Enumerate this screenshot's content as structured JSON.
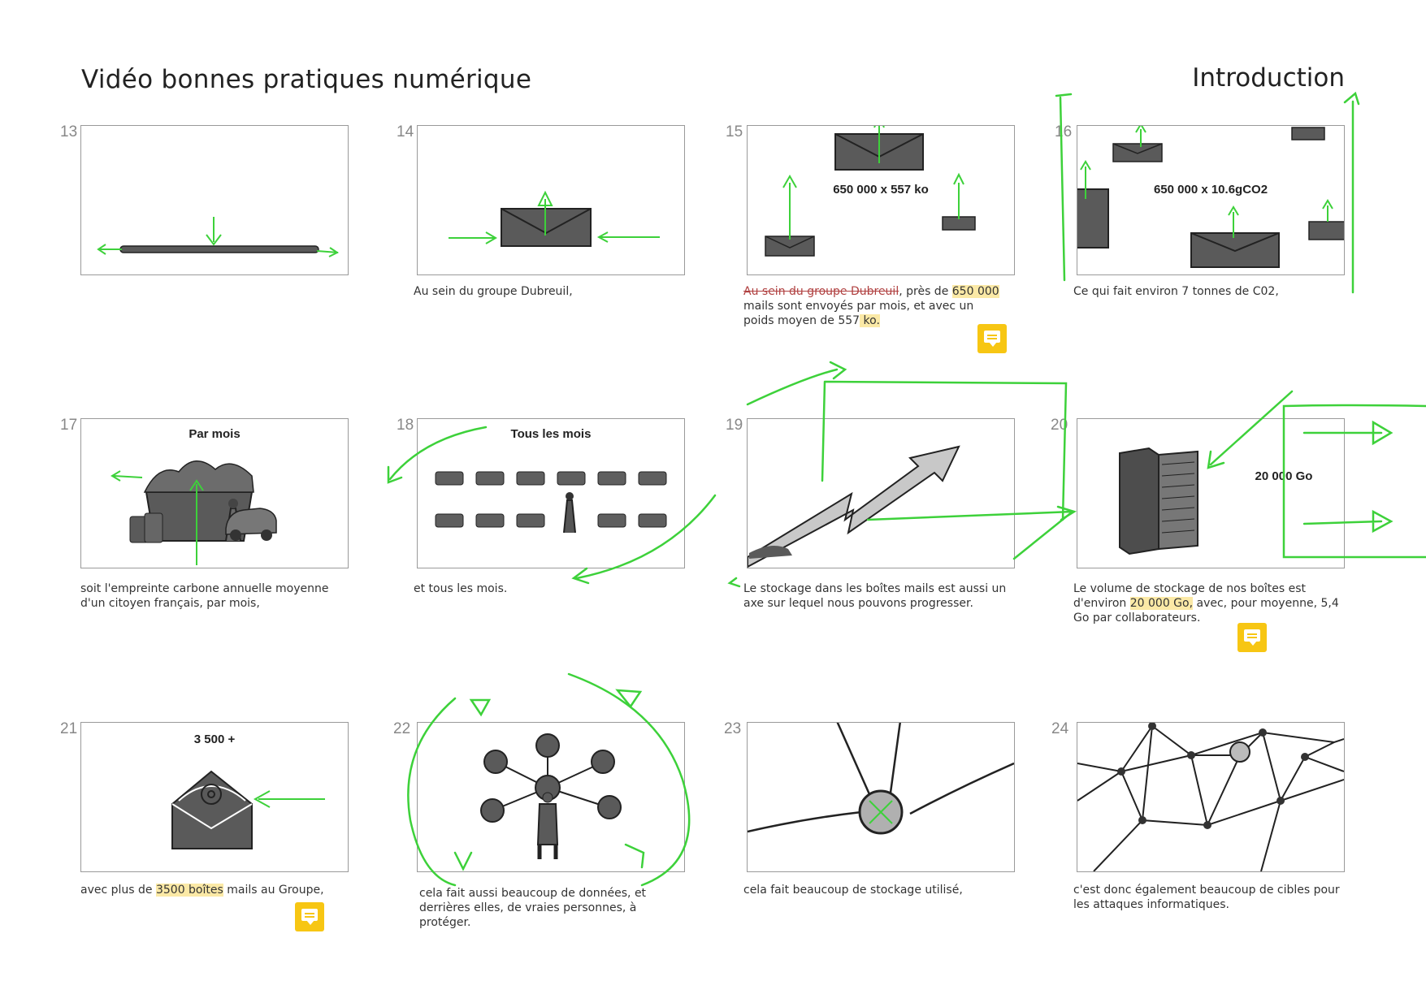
{
  "header": {
    "title": "Vidéo bonnes pratiques numérique",
    "section": "Introduction"
  },
  "panels": [
    {
      "number": "13",
      "frame_text": "",
      "caption_parts": []
    },
    {
      "number": "14",
      "frame_text": "",
      "caption_parts": [
        {
          "text": "Au sein du groupe Dubreuil,",
          "style": ""
        }
      ]
    },
    {
      "number": "15",
      "frame_text": "650 000 x 557 ko",
      "caption_parts": [
        {
          "text": "Au sein du groupe Dubreuil",
          "style": "strike"
        },
        {
          "text": ", près de ",
          "style": ""
        },
        {
          "text": "650 000 ",
          "style": "hl"
        },
        {
          "text": "mails sont envoyés par mois, et avec un poids moyen de 557",
          "style": ""
        },
        {
          "text": " ko.",
          "style": "hl"
        }
      ]
    },
    {
      "number": "16",
      "frame_text": "650 000 x 10.6gCO2",
      "caption_parts": [
        {
          "text": "Ce qui fait environ 7 tonnes de C02,",
          "style": ""
        }
      ]
    },
    {
      "number": "17",
      "frame_text": "Par mois",
      "caption_parts": [
        {
          "text": "soit l'empreinte carbone annuelle moyenne d'un citoyen français, par mois,",
          "style": ""
        }
      ]
    },
    {
      "number": "18",
      "frame_text": "Tous les mois",
      "caption_parts": [
        {
          "text": "et tous les mois.",
          "style": ""
        }
      ]
    },
    {
      "number": "19",
      "frame_text": "",
      "caption_parts": [
        {
          "text": "Le stockage dans les boîtes mails est aussi un axe sur lequel nous pouvons progresser.",
          "style": ""
        }
      ]
    },
    {
      "number": "20",
      "frame_text": "20 000 Go",
      "caption_parts": [
        {
          "text": "Le volume de stockage de nos boîtes est d'environ ",
          "style": ""
        },
        {
          "text": "20 000 Go,",
          "style": "hl"
        },
        {
          "text": " avec, pour moyenne, 5,4 Go par collaborateurs.",
          "style": ""
        }
      ]
    },
    {
      "number": "21",
      "frame_text": "3 500 +",
      "caption_parts": [
        {
          "text": "avec plus de ",
          "style": ""
        },
        {
          "text": "3500 boîtes",
          "style": "hl"
        },
        {
          "text": " mails au Groupe,",
          "style": ""
        }
      ]
    },
    {
      "number": "22",
      "frame_text": "",
      "caption_parts": [
        {
          "text": "cela fait aussi beaucoup de données, et derrières elles, de vraies personnes, à protéger.",
          "style": ""
        }
      ]
    },
    {
      "number": "23",
      "frame_text": "",
      "caption_parts": [
        {
          "text": "cela fait beaucoup de stockage utilisé,",
          "style": ""
        }
      ]
    },
    {
      "number": "24",
      "frame_text": "",
      "caption_parts": [
        {
          "text": "c'est donc également beaucoup de cibles pour les attaques informatiques.",
          "style": ""
        }
      ]
    }
  ],
  "colors": {
    "annotation_green": "#3dd13a",
    "comment_yellow": "#f7c613",
    "highlight": "#fbe9a6",
    "sketch_gray": "#5a5a5a"
  },
  "icons": {
    "comment": "comment-icon",
    "arrow": "arrow-icon",
    "envelope": "envelope-icon"
  }
}
